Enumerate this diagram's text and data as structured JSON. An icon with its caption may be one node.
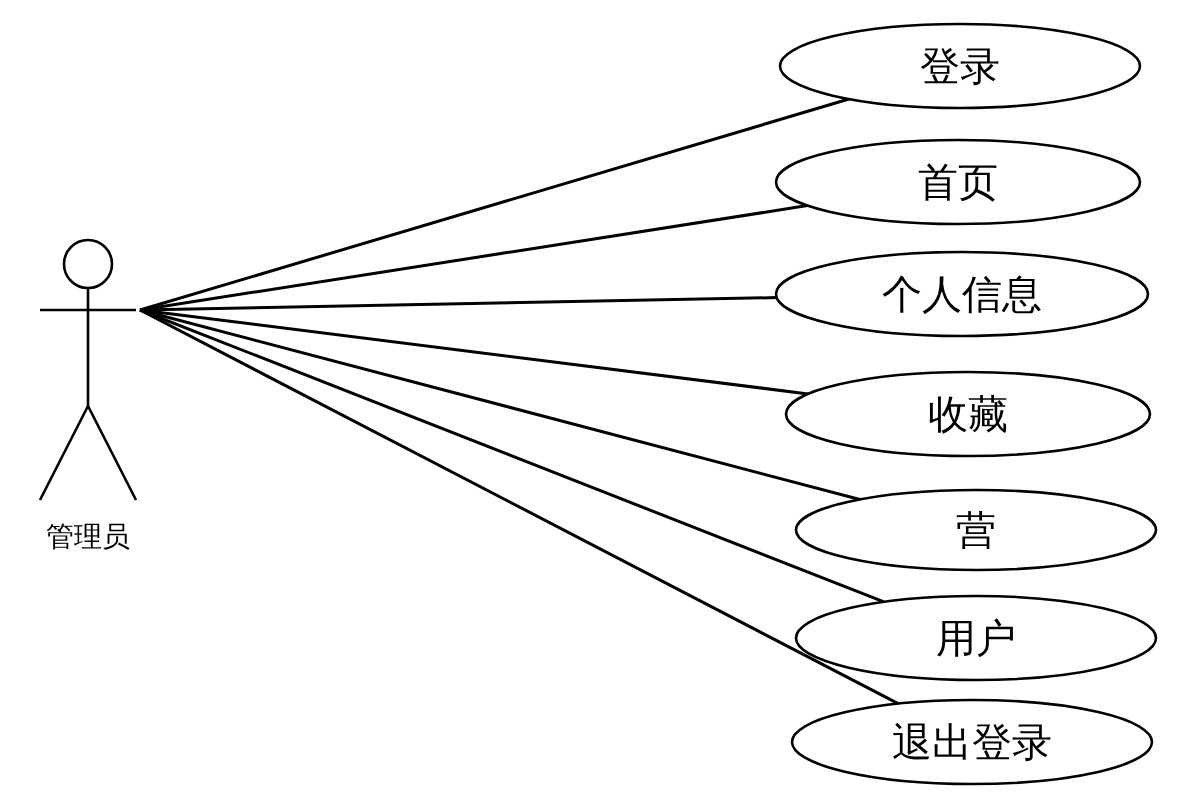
{
  "diagram": {
    "nodes": [
      {
        "text": [
          "管理员"
        ]
      },
      {
        "text": [
          "登录"
        ]
      },
      {
        "text": [
          "首页"
        ]
      },
      {
        "text": [
          "个人信息"
        ]
      },
      {
        "text": [
          "收藏"
        ]
      },
      {
        "text": [
          "营"
        ]
      },
      {
        "text": [
          "用户"
        ]
      },
      {
        "text": [
          "退出登录"
        ]
      }
    ],
    "edges": [
      {
        "from": 0,
        "to": 1,
        "arrow": "none"
      },
      {
        "from": 0,
        "to": 2,
        "arrow": "none"
      },
      {
        "from": 0,
        "to": 3,
        "arrow": "none"
      },
      {
        "from": 0,
        "to": 4,
        "arrow": "none"
      },
      {
        "from": 0,
        "to": 5,
        "arrow": "none"
      },
      {
        "from": 0,
        "to": 6,
        "arrow": "none"
      },
      {
        "from": 0,
        "to": 7,
        "arrow": "none"
      }
    ]
  }
}
